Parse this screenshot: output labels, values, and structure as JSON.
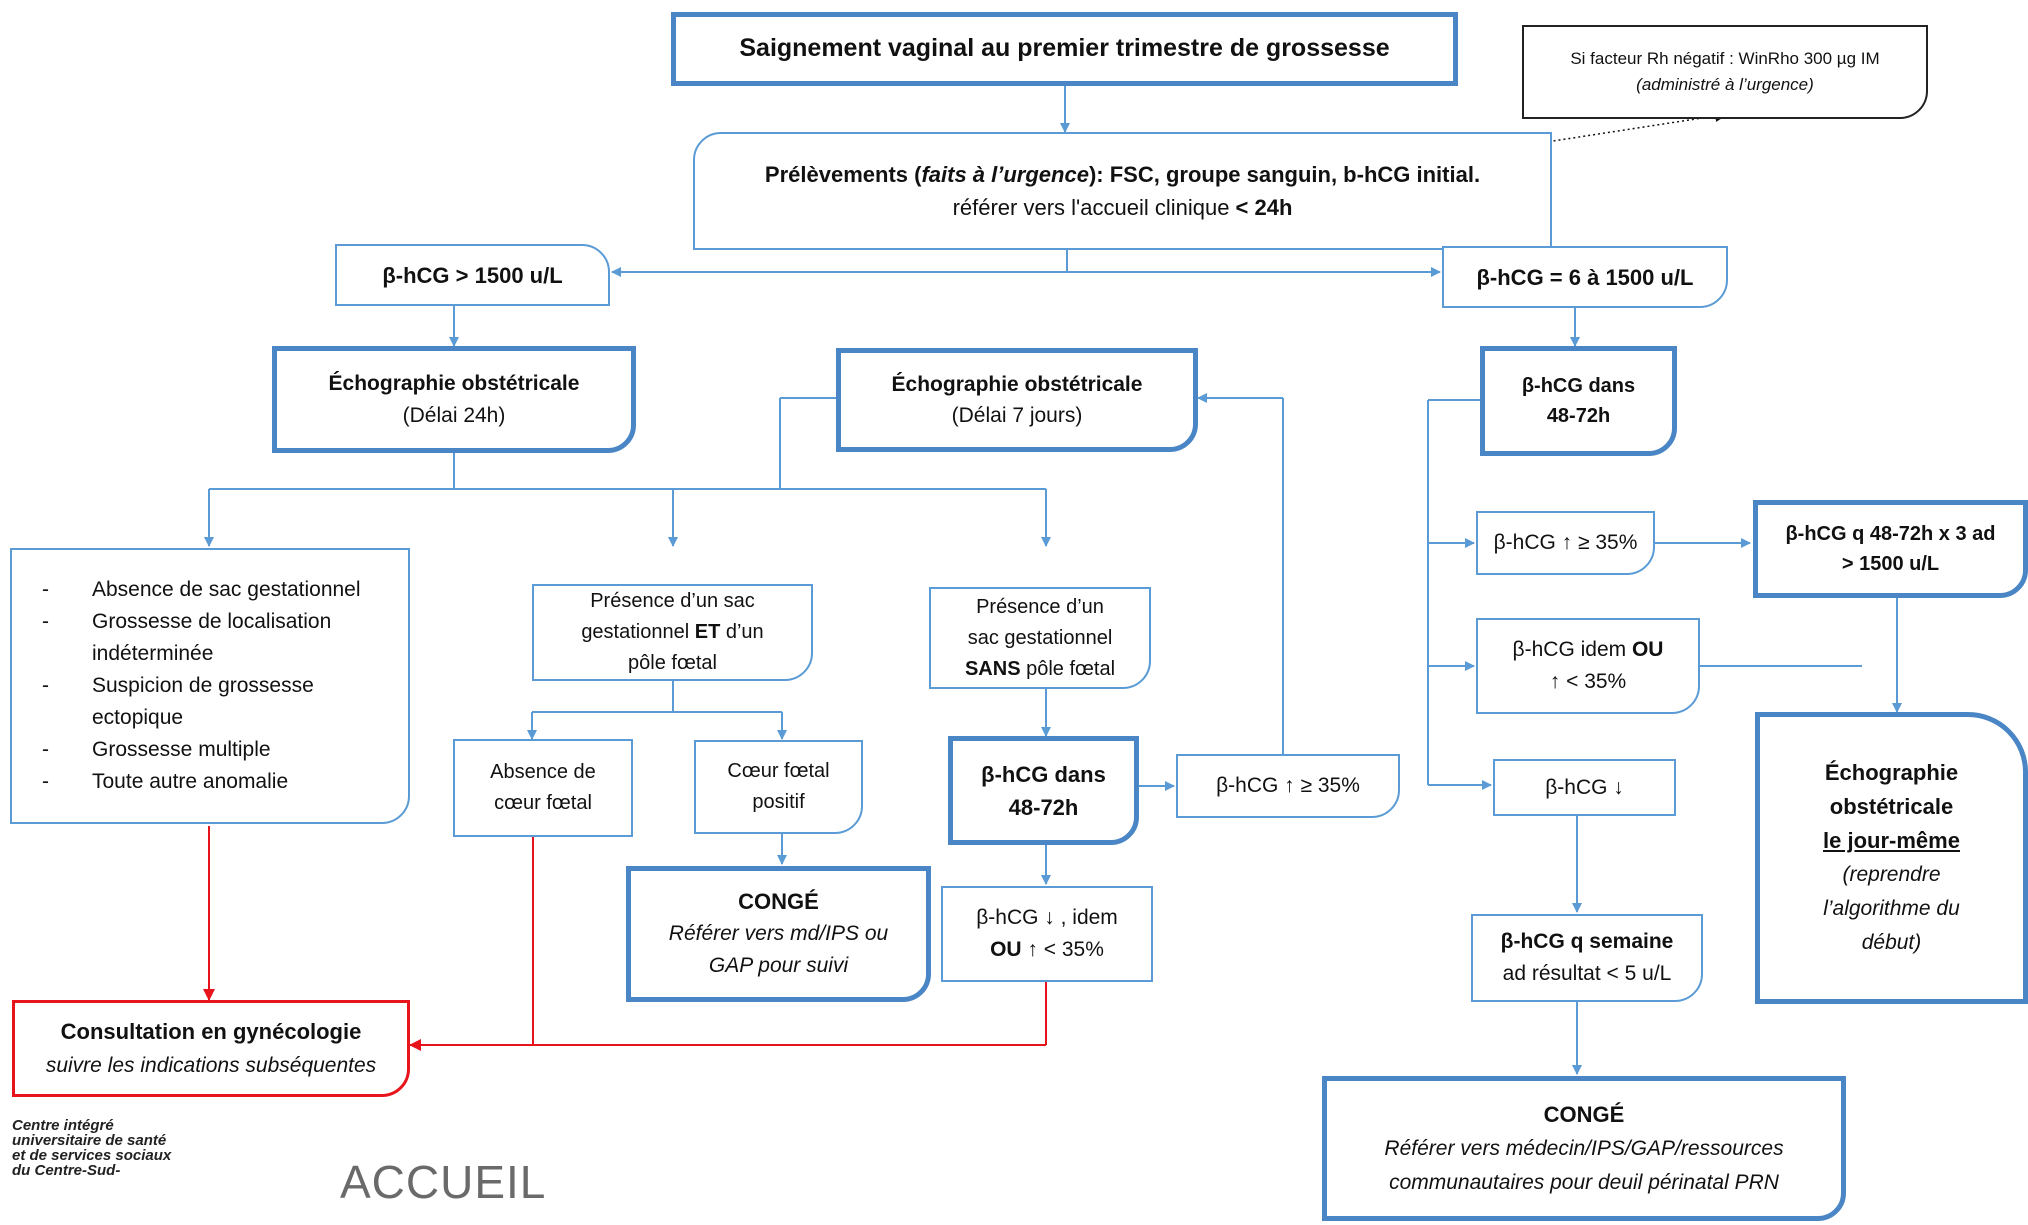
{
  "title": "Saignement vaginal au premier trimestre de grossesse",
  "rh_note": {
    "line1": "Si facteur Rh négatif : WinRho 300 µg IM",
    "line2": "(administré à l’urgence)"
  },
  "prelevements": {
    "label_a": "Prélèvements (",
    "label_b": "faits à l’urgence",
    "label_c": "): FSC, groupe sanguin, b-hCG initial.",
    "line2_a": "référer vers l'accueil clinique ",
    "line2_b": "< 24h"
  },
  "branch_high": "β-hCG > 1500 u/L",
  "branch_low": "β-hCG = 6 à 1500 u/L",
  "echo_24h": {
    "title": "Échographie obstétricale",
    "delay": "(Délai 24h)"
  },
  "echo_7j": {
    "title": "Échographie obstétricale",
    "delay": "(Délai 7 jours)"
  },
  "findings_list": [
    "Absence de sac gestationnel",
    "Grossesse de localisation indéterminée",
    "Suspicion de grossesse ectopique",
    "Grossesse multiple",
    "Toute autre anomalie"
  ],
  "sac_et_pole": {
    "a": "Présence d’un sac",
    "b1": "gestationnel ",
    "b2": "ET",
    "b3": " d’un",
    "c": "pôle fœtal"
  },
  "sac_sans_pole": {
    "a": "Présence d’un",
    "b": "sac gestationnel",
    "c1": "SANS",
    "c2": " pôle fœtal"
  },
  "absence_coeur": {
    "a": "Absence de",
    "b": "cœur fœtal"
  },
  "coeur_positif": {
    "a": "Cœur fœtal",
    "b": "positif"
  },
  "hcg_48_72_mid": {
    "a": "β-hCG dans",
    "b": "48-72h"
  },
  "hcg_up35_mid": "β-hCG ↑ ≥ 35%",
  "hcg_down_idem_mid": {
    "a": "β-hCG ↓ ,  idem",
    "b1": "OU",
    "b2": " ↑ < 35%"
  },
  "conge_mid": {
    "title": "CONGÉ",
    "a": "Référer vers md/IPS ou",
    "b": "GAP pour suivi"
  },
  "consultation": {
    "title": "Consultation en gynécologie",
    "sub": "suivre les indications subséquentes"
  },
  "hcg_48_72_right": {
    "a": "β-hCG dans",
    "b": "48-72h"
  },
  "hcg_up35_right": "β-hCG ↑ ≥ 35%",
  "hcg_q48": {
    "a": "β-hCG q 48-72h x 3 ad",
    "b": "> 1500 u/L"
  },
  "hcg_idem_right": {
    "a1": "β-hCG idem ",
    "a2": "OU",
    "b": "↑ < 35%"
  },
  "hcg_down_right": "β-hCG ↓",
  "echo_same_day": {
    "a": "Échographie",
    "b": "obstétricale",
    "c": "le jour-même",
    "d": "(reprendre",
    "e": "l’algorithme du",
    "f": "début)"
  },
  "hcg_weekly": {
    "a": "β-hCG q semaine",
    "b": "ad résultat < 5 u/L"
  },
  "conge_right": {
    "title": "CONGÉ",
    "a": "Référer vers médecin/IPS/GAP/ressources",
    "b": "communautaires pour deuil périnatal PRN"
  },
  "logo": {
    "lines": [
      "Centre intégré",
      "universitaire de santé",
      "et de services sociaux",
      "du Centre-Sud-"
    ],
    "accueil": "ACCUEIL"
  },
  "colors": {
    "box_border": "#5b9bd5",
    "arrow": "#5b9bd5",
    "alert": "#e8141c"
  }
}
